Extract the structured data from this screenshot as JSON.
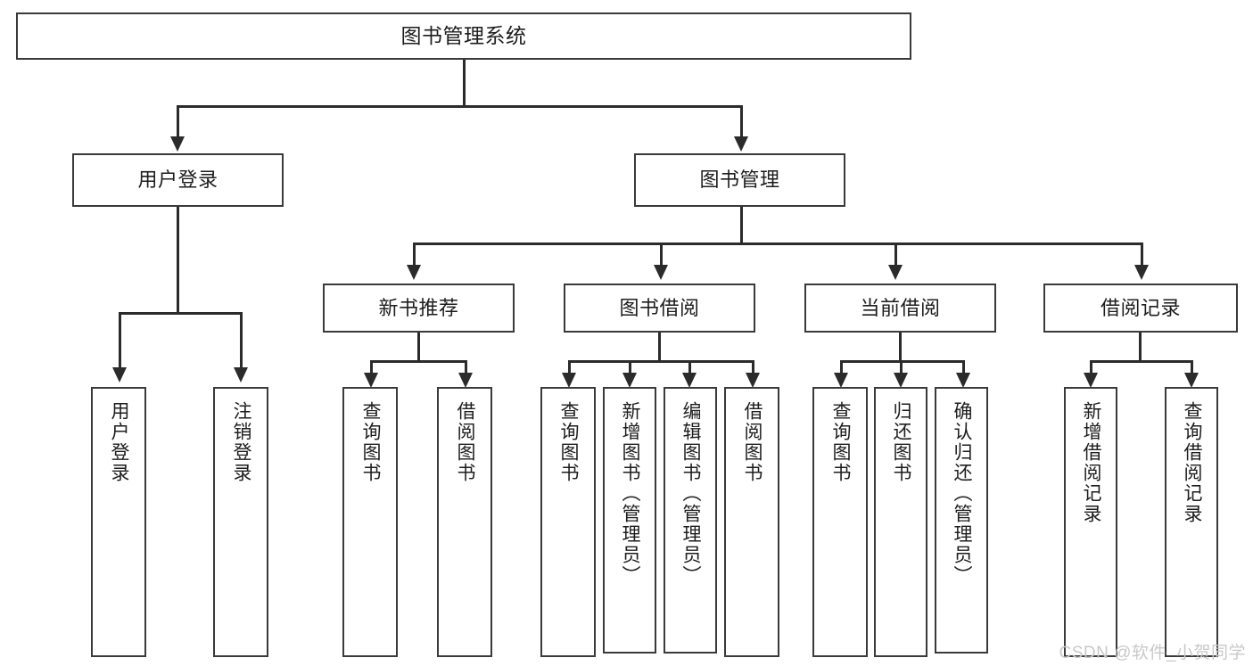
{
  "diagram": {
    "type": "tree-hierarchy",
    "title": "图书管理系统",
    "watermark": "CSDN @软件_小贺同学",
    "colors": {
      "box_border": "#3a3a3a",
      "connector": "#2b2b2b",
      "background": "#ffffff",
      "text": "#1d1d1d",
      "watermark": "#c9c9c9"
    },
    "levels": {
      "root": {
        "label": "图书管理系统"
      },
      "level2": [
        {
          "label": "用户登录"
        },
        {
          "label": "图书管理"
        }
      ],
      "level3": [
        {
          "label": "新书推荐"
        },
        {
          "label": "图书借阅"
        },
        {
          "label": "当前借阅"
        },
        {
          "label": "借阅记录"
        }
      ],
      "leaves": {
        "user_login": [
          {
            "label": "用户登录"
          },
          {
            "label": "注销登录"
          }
        ],
        "new_books": [
          {
            "label": "查询图书"
          },
          {
            "label": "借阅图书"
          }
        ],
        "book_borrow": [
          {
            "label": "查询图书"
          },
          {
            "label": "新增图书（管理员）"
          },
          {
            "label": "编辑图书（管理员）"
          },
          {
            "label": "借阅图书"
          }
        ],
        "current_borrow": [
          {
            "label": "查询图书"
          },
          {
            "label": "归还图书"
          },
          {
            "label": "确认归还（管理员）"
          }
        ],
        "borrow_record": [
          {
            "label": "新增借阅记录"
          },
          {
            "label": "查询借阅记录"
          }
        ]
      }
    }
  }
}
